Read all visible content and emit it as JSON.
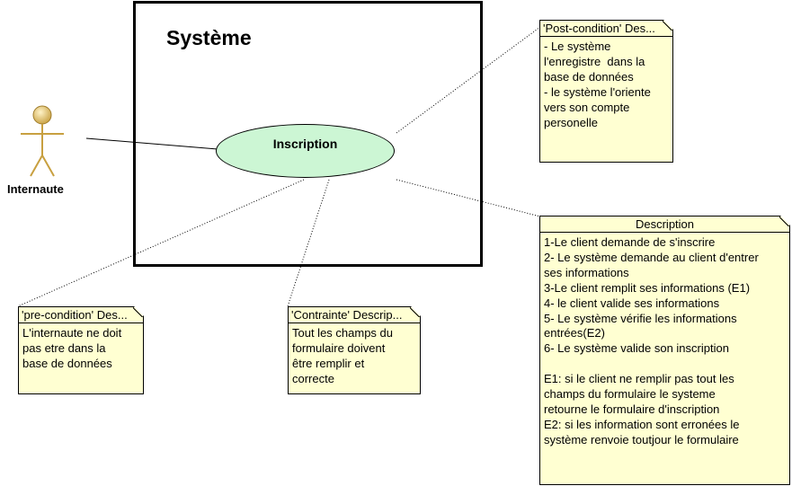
{
  "system": {
    "title": "Système"
  },
  "actor": {
    "name": "Internaute"
  },
  "use_case": {
    "name": "Inscription"
  },
  "notes": {
    "post_condition": {
      "title": "'Post-condition' Des...",
      "body": "- Le système\nl'enregistre  dans la\nbase de données\n- le système l'oriente\nvers son compte\npersonelle"
    },
    "description": {
      "title": "Description",
      "body": "1-Le client demande de s'inscrire\n2- Le système demande au client d'entrer\nses informations\n3-Le client remplit ses informations (E1)\n4- le client valide ses informations\n5- Le système vérifie les informations\nentrées(E2)\n6- Le système valide son inscription\n\nE1: si le client ne remplir pas tout les\nchamps du formulaire le systeme\nretourne le formulaire d'inscription\nE2: si les information sont erronées le\nsystème renvoie toutjour le formulaire"
    },
    "pre_condition": {
      "title": "'pre-condition' Des...",
      "body": "L'internaute ne doit\npas etre dans la\nbase de données"
    },
    "contrainte": {
      "title": "'Contrainte' Descrip...",
      "body": "Tout les champs du\nformulaire doivent\nêtre remplir et\ncorrecte"
    }
  },
  "colors": {
    "use_case_fill": "#ccf6d4",
    "note_fill": "#ffffd2",
    "actor_head": "#e9c36a",
    "actor_body": "#c8a040"
  }
}
